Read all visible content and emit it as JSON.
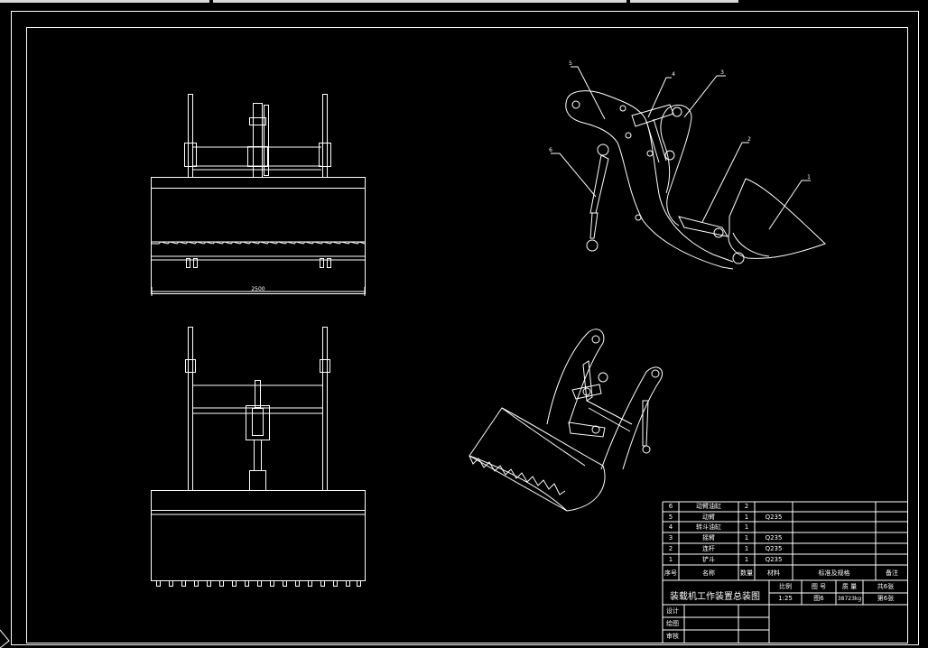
{
  "drawing": {
    "dimension_label": "2500",
    "leaders": [
      "5",
      "4",
      "3",
      "6",
      "2",
      "1"
    ]
  },
  "title_block": {
    "parts": [
      {
        "no": "6",
        "name": "动臂油缸",
        "qty": "2",
        "material": ""
      },
      {
        "no": "5",
        "name": "动臂",
        "qty": "1",
        "material": "Q235"
      },
      {
        "no": "4",
        "name": "转斗油缸",
        "qty": "1",
        "material": ""
      },
      {
        "no": "3",
        "name": "摇臂",
        "qty": "1",
        "material": "Q235"
      },
      {
        "no": "2",
        "name": "连杆",
        "qty": "1",
        "material": "Q235"
      },
      {
        "no": "1",
        "name": "铲斗",
        "qty": "1",
        "material": "Q235"
      }
    ],
    "headers": {
      "no": "序号",
      "name": "名称",
      "qty": "数量",
      "material": "材料",
      "spec": "标准及规格",
      "note": "备注"
    },
    "drawing_title": "装载机工作装置总装图",
    "scale_label": "比例",
    "scale_value": "1:25",
    "drawing_no_label": "图 号",
    "drawing_no_value": "图6",
    "weight_label": "质 量",
    "weight_value": "38723kg",
    "total_sheets": "共6张",
    "sheet_no": "第6张",
    "roles": [
      "设计",
      "绘图",
      "审核"
    ]
  },
  "colors": {
    "background": "#000000",
    "line": "#ffffff"
  }
}
